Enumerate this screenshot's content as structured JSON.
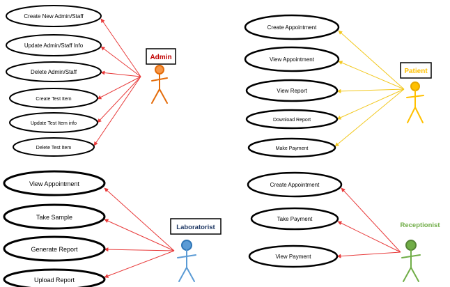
{
  "colors": {
    "admin": "#c0504d",
    "patient": "#ffc000",
    "laboratorist": "#4f81bd",
    "receptionist": "#70ad47",
    "ellipse_stroke": "#000000",
    "arrow": "#e83a3a",
    "arrow_patient": "#f2c81e"
  },
  "groups": [
    {
      "actor": "Admin",
      "actor_color": "#c00000",
      "figure_color": "#e46c0a",
      "arrow_color": "#e83a3a",
      "use_cases": [
        "Create New Admin/Staff",
        "Update Admin/Staff  Info",
        "Delete Admin/Staff",
        "Create Test Item",
        "Update Test Item info",
        "Delete Test Item"
      ]
    },
    {
      "actor": "Patient",
      "actor_color": "#ffc000",
      "figure_color": "#ffc000",
      "arrow_color": "#f2c81e",
      "use_cases": [
        "Create Appointment",
        "View Appointment",
        "View Report",
        "Download Report",
        "Make Payment"
      ]
    },
    {
      "actor": "Laboratorist",
      "actor_color": "#1f3864",
      "figure_color": "#5b9bd5",
      "arrow_color": "#e83a3a",
      "use_cases": [
        "View Appointment",
        "Take Sample",
        "Generate Report",
        "Upload Report"
      ]
    },
    {
      "actor": "Receptionist",
      "actor_color": "#70ad47",
      "figure_color": "#70ad47",
      "arrow_color": "#e83a3a",
      "use_cases": [
        "Create Appointment",
        "Take Payment",
        "View Payment"
      ]
    }
  ]
}
